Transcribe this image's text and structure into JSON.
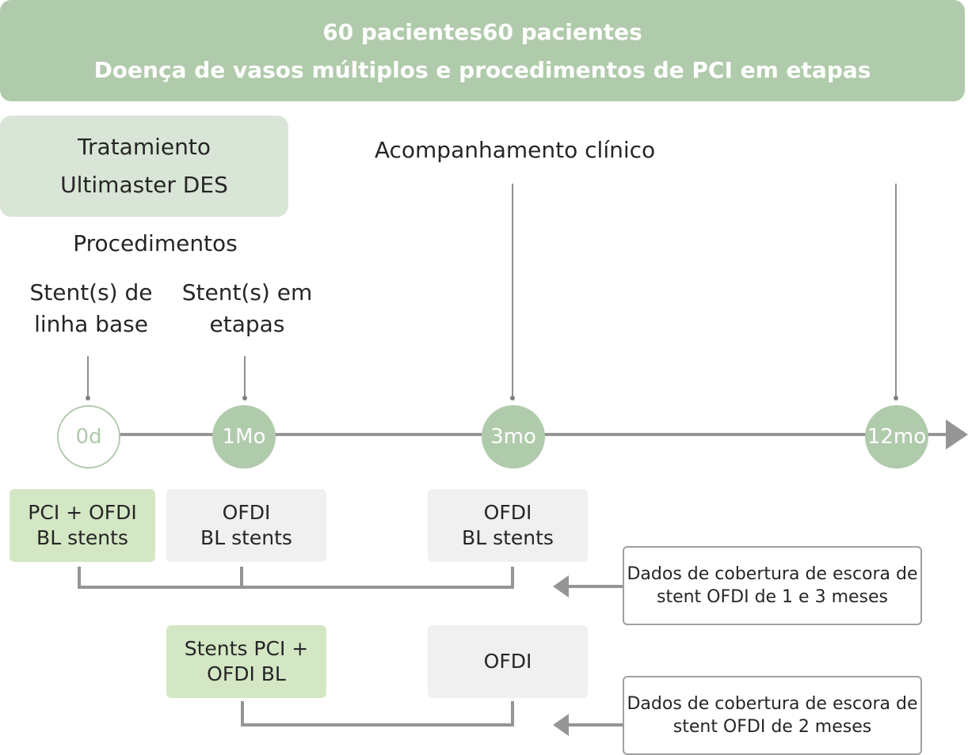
{
  "header": {
    "line1": "60 pacientes60 pacientes",
    "line2": "Doença de vasos múltiplos e procedimentos de PCI em etapas"
  },
  "treatment": {
    "line1": "Tratamiento",
    "line2": "Ultimaster DES"
  },
  "procedures_label": "Procedimentos",
  "followup_label": "Acompanhamento clínico",
  "procedure_items": [
    {
      "line1": "Stent(s) de",
      "line2": "linha base"
    },
    {
      "line1": "Stent(s) em",
      "line2": "etapas"
    }
  ],
  "timeline": {
    "nodes": [
      {
        "label": "0d",
        "style": "outline"
      },
      {
        "label": "1Mo",
        "style": "filled"
      },
      {
        "label": "3mo",
        "style": "filled"
      },
      {
        "label": "12mo",
        "style": "filled"
      }
    ]
  },
  "group1": {
    "boxes": [
      {
        "line1": "PCI + OFDI",
        "line2": "BL stents",
        "color": "green"
      },
      {
        "line1": "OFDI",
        "line2": "BL stents",
        "color": "grey"
      },
      {
        "line1": "OFDI",
        "line2": "BL stents",
        "color": "grey"
      }
    ],
    "note": {
      "line1": "Dados de cobertura de escora de",
      "line2": "stent OFDI de 1 e 3 meses"
    }
  },
  "group2": {
    "boxes": [
      {
        "line1": "Stents PCI +",
        "line2": "OFDI BL",
        "color": "green"
      },
      {
        "line1": "OFDI",
        "line2": "",
        "color": "grey"
      }
    ],
    "note": {
      "line1": "Dados de cobertura de escora de",
      "line2": "stent OFDI de 2 meses"
    }
  },
  "colors": {
    "header_bg": "#b0cbab",
    "treatment_bg": "#d9e5d6",
    "green_box": "#d4e7c5",
    "grey_box": "#f0f0f0",
    "connector": "#959595"
  }
}
